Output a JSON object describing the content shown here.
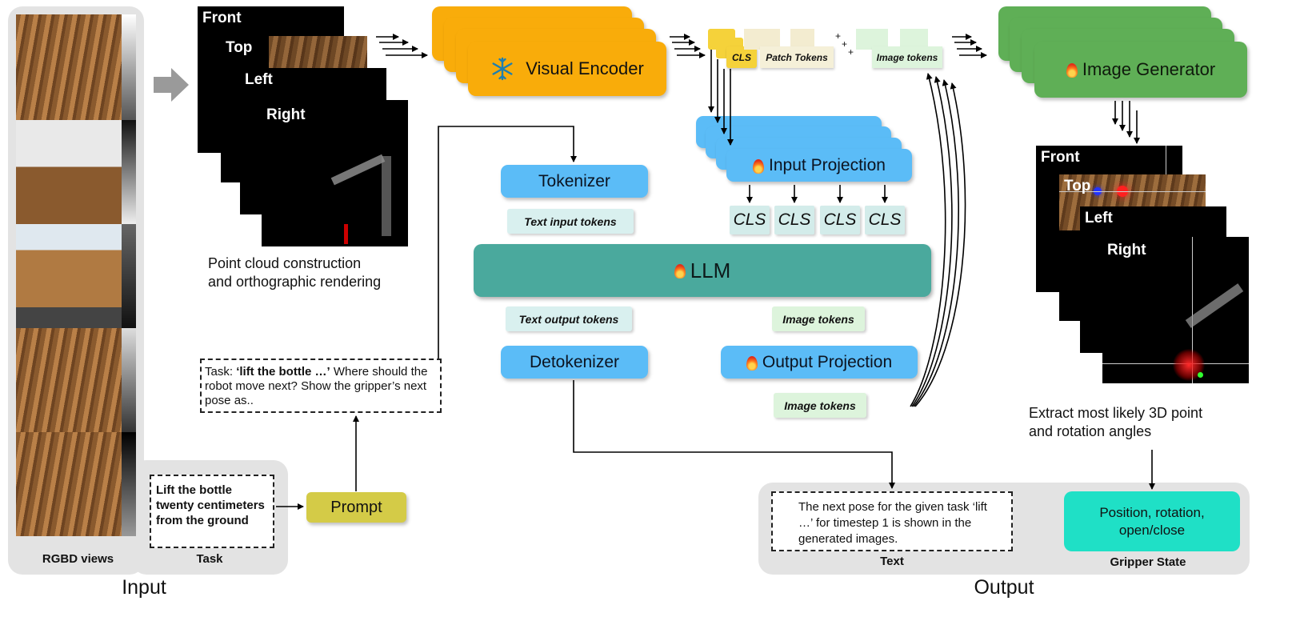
{
  "input_panel": {
    "section_label": "Input",
    "rgbd_caption": "RGBD views",
    "task_caption": "Task",
    "task_text": "Lift the bottle twenty centimeters from the ground",
    "prompt_label": "Prompt"
  },
  "rendering": {
    "views": [
      "Front",
      "Top",
      "Left",
      "Right"
    ],
    "caption_line1": "Point cloud construction",
    "caption_line2": "and orthographic rendering"
  },
  "prompt_box": {
    "prefix": "Task: ",
    "task_bold": "‘lift the bottle …’",
    "rest": " Where should the robot move next? Show the gripper’s next pose as.."
  },
  "encoder": {
    "label": "Visual Encoder",
    "icon": "snowflake-icon"
  },
  "tokens_top": {
    "cls_label": "CLS",
    "patch_label": "Patch Tokens",
    "image_label": "Image tokens",
    "plus": "+"
  },
  "input_projection": {
    "label": "Input Projection",
    "cls_items": [
      "CLS",
      "CLS",
      "CLS",
      "CLS"
    ]
  },
  "tokenizer": {
    "label": "Tokenizer",
    "text_input_tokens": "Text input tokens"
  },
  "llm": {
    "label": "LLM"
  },
  "detokenizer": {
    "label": "Detokenizer",
    "text_output_tokens": "Text output tokens"
  },
  "output_projection": {
    "label": "Output Projection",
    "image_tokens_in": "Image tokens",
    "image_tokens_out": "Image tokens"
  },
  "generator": {
    "label": "Image Generator"
  },
  "generated_views": [
    "Front",
    "Top",
    "Left",
    "Right"
  ],
  "extract_caption": {
    "line1": "Extract most likely 3D point",
    "line2": "and rotation angles"
  },
  "output_panel": {
    "section_label": "Output",
    "text_output": "The next pose for the given task ‘lift …’ for timestep 1 is shown in the generated images.",
    "text_caption": "Text",
    "gripper_text": "Position, rotation, open/close",
    "gripper_caption": "Gripper State"
  },
  "colors": {
    "blue": "#5bbcf7",
    "orange": "#f9ac0a",
    "green": "#5faf56",
    "teal_llm": "#4aa99d",
    "gripper": "#1fe0c6",
    "prompt": "#d4cb47",
    "cls_yellow": "#f5d23a"
  }
}
